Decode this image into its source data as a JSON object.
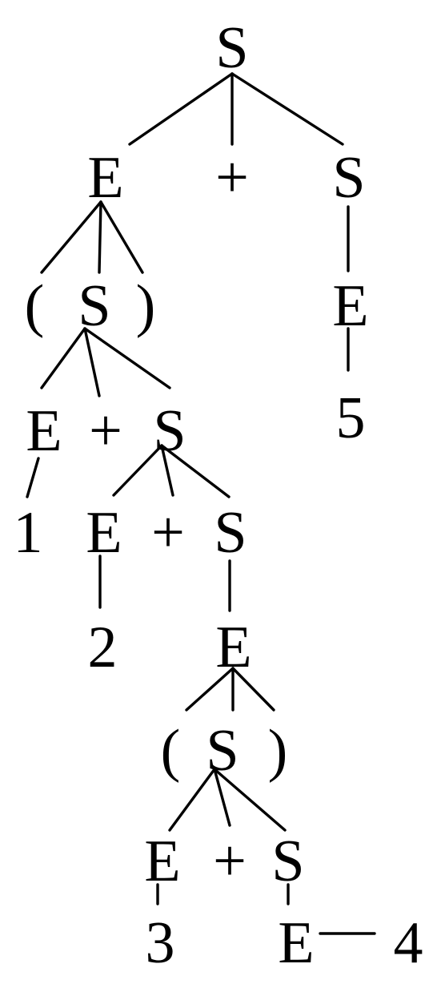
{
  "tree": {
    "nodes": [
      {
        "id": "root-s",
        "label": "S"
      },
      {
        "id": "top-e",
        "label": "E"
      },
      {
        "id": "top-plus",
        "label": "+"
      },
      {
        "id": "top-s",
        "label": "S"
      },
      {
        "id": "paren-open-1",
        "label": "("
      },
      {
        "id": "paren-s-1",
        "label": "S"
      },
      {
        "id": "paren-close-1",
        "label": ")"
      },
      {
        "id": "right-e",
        "label": "E"
      },
      {
        "id": "right-5",
        "label": "5"
      },
      {
        "id": "level3-e",
        "label": "E"
      },
      {
        "id": "level3-plus",
        "label": "+"
      },
      {
        "id": "level3-s",
        "label": "S"
      },
      {
        "id": "leaf-1",
        "label": "1"
      },
      {
        "id": "level4-e",
        "label": "E"
      },
      {
        "id": "level4-plus",
        "label": "+"
      },
      {
        "id": "level4-s",
        "label": "S"
      },
      {
        "id": "leaf-2",
        "label": "2"
      },
      {
        "id": "level5-e",
        "label": "E"
      },
      {
        "id": "paren-open-2",
        "label": "("
      },
      {
        "id": "paren-s-2",
        "label": "S"
      },
      {
        "id": "paren-close-2",
        "label": ")"
      },
      {
        "id": "level7-e",
        "label": "E"
      },
      {
        "id": "level7-plus",
        "label": "+"
      },
      {
        "id": "level7-s",
        "label": "S"
      },
      {
        "id": "leaf-3",
        "label": "3"
      },
      {
        "id": "level8-e",
        "label": "E"
      },
      {
        "id": "leaf-4",
        "label": "4"
      }
    ],
    "edges": [
      [
        "root-s",
        "top-e"
      ],
      [
        "root-s",
        "top-plus"
      ],
      [
        "root-s",
        "top-s"
      ],
      [
        "top-e",
        "paren-open-1"
      ],
      [
        "top-e",
        "paren-s-1"
      ],
      [
        "top-e",
        "paren-close-1"
      ],
      [
        "top-s",
        "right-e"
      ],
      [
        "right-e",
        "right-5"
      ],
      [
        "paren-s-1",
        "level3-e"
      ],
      [
        "paren-s-1",
        "level3-plus"
      ],
      [
        "paren-s-1",
        "level3-s"
      ],
      [
        "level3-e",
        "leaf-1"
      ],
      [
        "level3-s",
        "level4-e"
      ],
      [
        "level3-s",
        "level4-plus"
      ],
      [
        "level3-s",
        "level4-s"
      ],
      [
        "level4-e",
        "leaf-2"
      ],
      [
        "level4-s",
        "level5-e"
      ],
      [
        "level5-e",
        "paren-open-2"
      ],
      [
        "level5-e",
        "paren-s-2"
      ],
      [
        "level5-e",
        "paren-close-2"
      ],
      [
        "paren-s-2",
        "level7-e"
      ],
      [
        "paren-s-2",
        "level7-plus"
      ],
      [
        "paren-s-2",
        "level7-s"
      ],
      [
        "level7-e",
        "leaf-3"
      ],
      [
        "level7-s",
        "level8-e"
      ],
      [
        "level8-e",
        "leaf-4"
      ]
    ]
  }
}
